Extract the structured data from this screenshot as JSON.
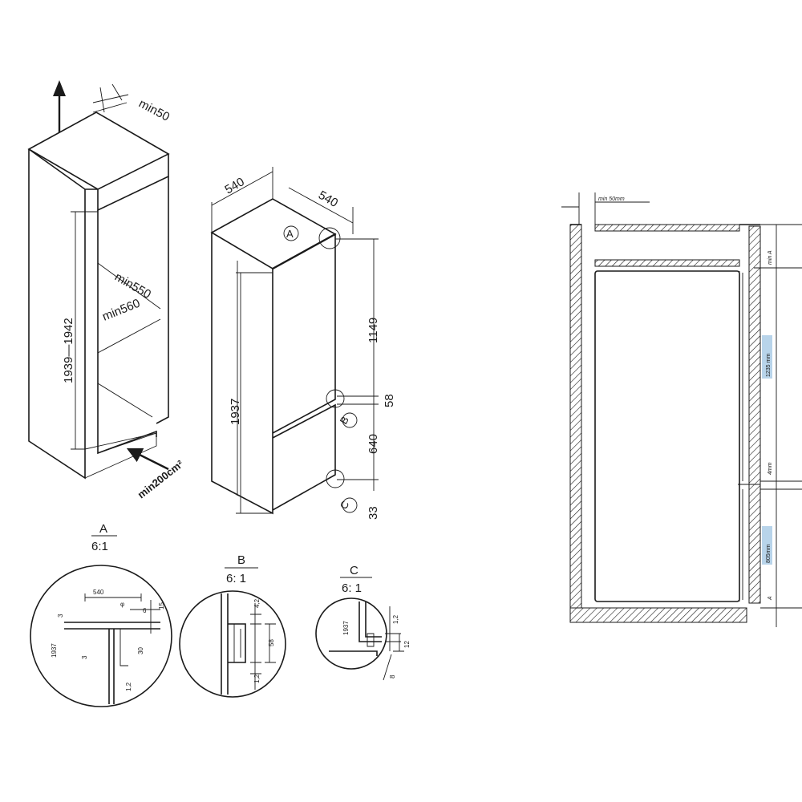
{
  "niche": {
    "top_gap": "min50",
    "depth_1": "min550",
    "depth_2": "min560",
    "height_range": "1939—1942",
    "vent": "min200cm²"
  },
  "fridge": {
    "width": "540",
    "depth": "540",
    "height": "1937",
    "upper_door": "1149",
    "gap": "58",
    "lower_door": "640",
    "bottom": "33",
    "callouts": [
      "A",
      "B",
      "C"
    ]
  },
  "details": [
    {
      "label": "A",
      "scale": "6:1",
      "dims": [
        "540",
        "φ",
        "6",
        "15",
        "3",
        "1937",
        "3",
        "30",
        "1,2"
      ]
    },
    {
      "label": "B",
      "scale": "6: 1",
      "dims": [
        "4,2",
        "58",
        "1,2"
      ]
    },
    {
      "label": "C",
      "scale": "6: 1",
      "dims": [
        "1937",
        "1,2",
        "12",
        "8"
      ]
    }
  ],
  "section": {
    "top_gap": "min 50mm",
    "min_a_top": "min A",
    "door_upper": "1235 mm",
    "gap": "4mm",
    "door_lower": "805mm",
    "min_a_bottom": "A"
  }
}
